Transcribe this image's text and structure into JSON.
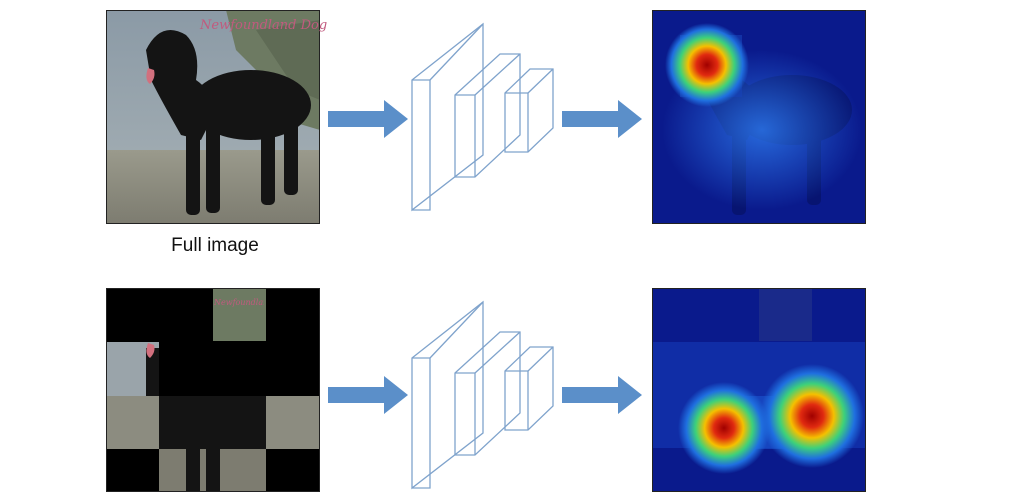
{
  "row1": {
    "input_caption": "Full image",
    "watermark": "Newfoundland Dog"
  },
  "row2": {
    "watermark": "Newfoundland Dog"
  },
  "colors": {
    "arrow": "#5b8fc9",
    "cnn_stroke": "#7fa3cc",
    "heatmap_bg": "#0a1a8c",
    "heatmap_hot": "#b00000"
  }
}
